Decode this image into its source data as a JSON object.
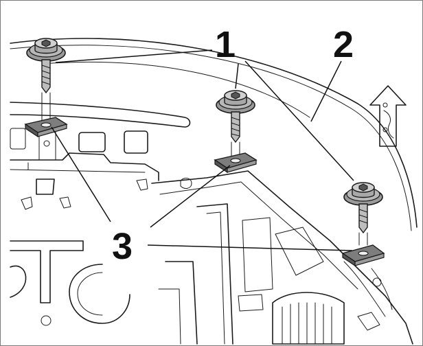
{
  "callouts": {
    "bolt": "1",
    "panel": "2",
    "clip": "3"
  },
  "icons": [
    "bolt-icon",
    "spring-nut-clip-icon",
    "forward-direction-arrow-icon"
  ]
}
